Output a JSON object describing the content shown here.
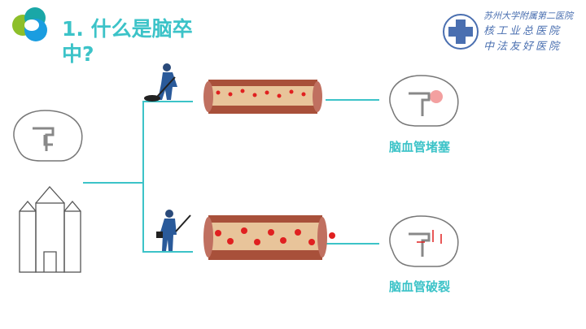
{
  "title": "1. 什么是脑卒中?",
  "logo": {
    "lines": [
      "苏州大学附属第二医院",
      "核工业总医院",
      "中法友好医院"
    ]
  },
  "branches": [
    {
      "label": "脑血管堵塞"
    },
    {
      "label": "脑血管破裂"
    }
  ],
  "colors": {
    "accent": "#3cc3c8",
    "vessel": "#b8705a",
    "blood": "#e02020"
  }
}
